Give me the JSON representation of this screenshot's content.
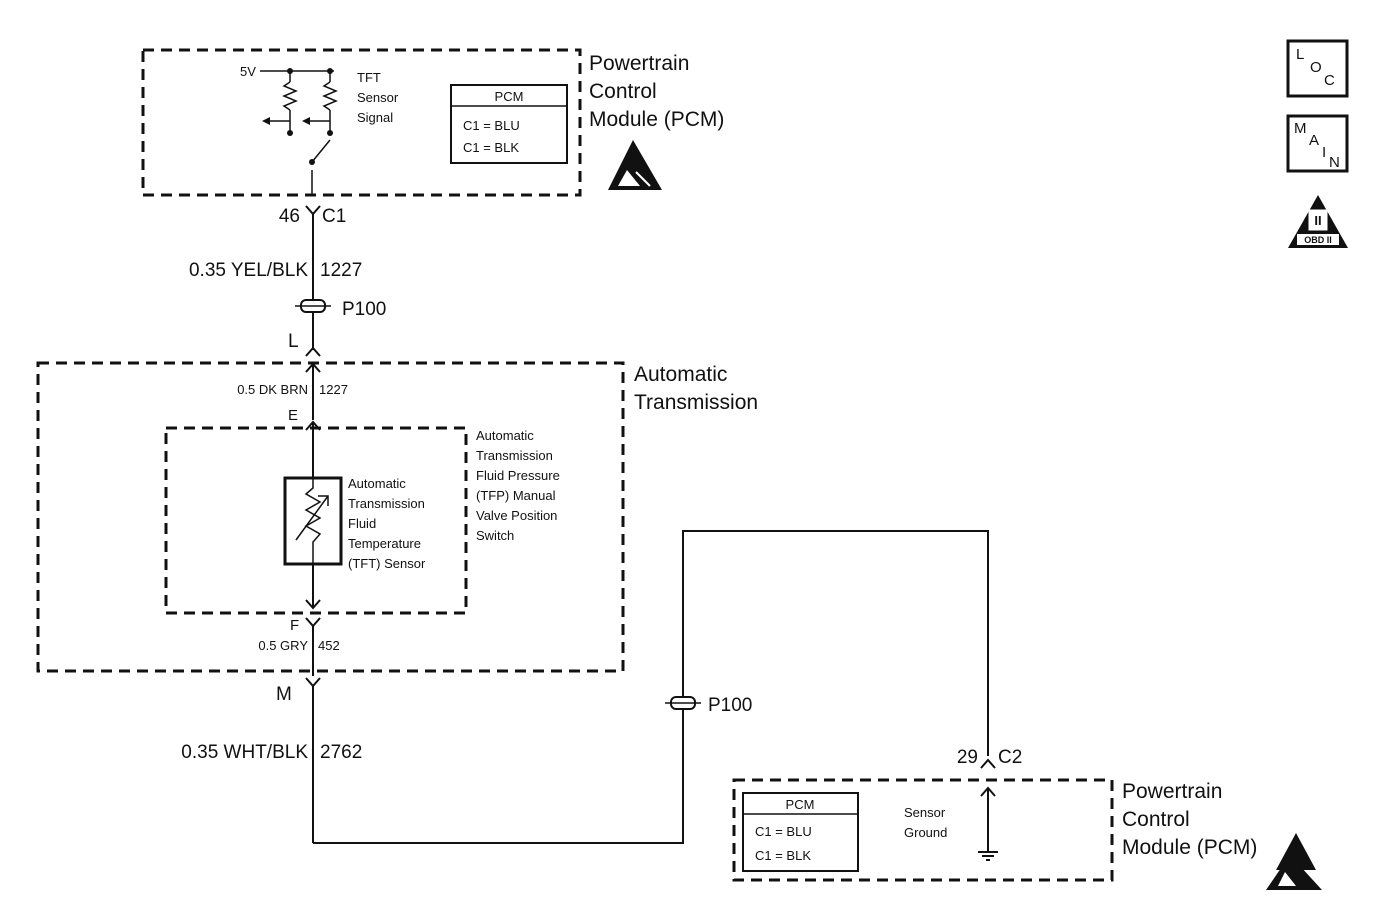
{
  "pcm_top": {
    "title": [
      "Powertrain",
      "Control",
      "Module (PCM)"
    ],
    "voltage": "5V",
    "signal_label": [
      "TFT",
      "Sensor",
      "Signal"
    ],
    "table_header": "PCM",
    "table_rows": [
      "C1 = BLU",
      "C1 = BLK"
    ]
  },
  "connector_top": {
    "pin": "46",
    "name": "C1"
  },
  "wire_top": {
    "gauge_color": "0.35 YEL/BLK",
    "circuit": "1227"
  },
  "splice_top": {
    "name": "P100",
    "pin": "L"
  },
  "transmission": {
    "title": [
      "Automatic",
      "Transmission"
    ],
    "wire_in": {
      "gauge_color": "0.5 DK BRN",
      "circuit": "1227",
      "pin": "E"
    },
    "switch_label": [
      "Automatic",
      "Transmission",
      "Fluid Pressure",
      "(TFP) Manual",
      "Valve Position",
      "Switch"
    ],
    "sensor_label": [
      "Automatic",
      "Transmission",
      "Fluid",
      "Temperature",
      "(TFT) Sensor"
    ],
    "wire_out": {
      "gauge_color": "0.5 GRY",
      "circuit": "452",
      "pin": "F"
    }
  },
  "splice_bottom_pin": "M",
  "wire_bottom": {
    "gauge_color": "0.35 WHT/BLK",
    "circuit": "2762"
  },
  "splice_right": {
    "name": "P100"
  },
  "connector_bottom": {
    "pin": "29",
    "name": "C2"
  },
  "pcm_bottom": {
    "title": [
      "Powertrain",
      "Control",
      "Module (PCM)"
    ],
    "table_header": "PCM",
    "table_rows": [
      "C1 = BLU",
      "C1 = BLK"
    ],
    "ground_label": [
      "Sensor",
      "Ground"
    ]
  },
  "side_icons": {
    "loc": [
      "L",
      "O",
      "C"
    ],
    "main": [
      "M",
      "A",
      "I",
      "N"
    ],
    "obd": [
      "II",
      "OBD II"
    ]
  }
}
